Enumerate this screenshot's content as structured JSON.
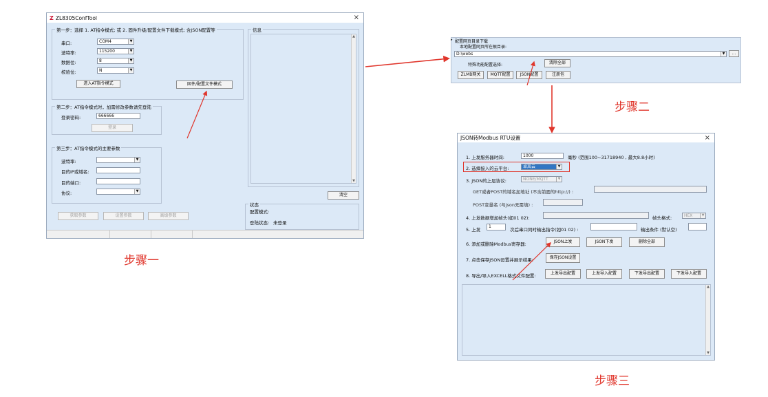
{
  "win1": {
    "title": "ZL8305ConfTool",
    "logo": "Z",
    "close": "×",
    "group1": {
      "legend": "第一步：选择 1. AT指令模式; 或 2. 固件升级/配置文件下载模式; 含JSON配置等",
      "port_label": "串口:",
      "port_value": "COM4",
      "baud_label": "波特率:",
      "baud_value": "115200",
      "databits_label": "数据位:",
      "databits_value": "8",
      "parity_label": "校验位:",
      "parity_value": "N",
      "at_mode_button": "进入AT指令模式",
      "firmware_button": "固件/配置文件模式"
    },
    "group2": {
      "legend": "第二步：AT指令模式时，加需修改参数请先登陆",
      "password_label": "登录密码:",
      "password_value": "666666",
      "login_button": "登录"
    },
    "group3": {
      "legend": "第三步：AT指令模式的主要参数",
      "baud_label": "波特率:",
      "dest_ip_label": "目的IP或域名:",
      "dest_port_label": "目的端口:",
      "protocol_label": "协议:"
    },
    "info_legend": "信息",
    "clear_button": "清空",
    "status": {
      "legend": "状态",
      "config_mode_label": "配置模式:",
      "login_status_label": "登陆状态:",
      "login_status_value": "未登录"
    },
    "get_params_button": "获取参数",
    "set_params_button": "设置参数",
    "advanced_params_button": "高级参数"
  },
  "win2": {
    "header": "配置网页目录下载",
    "dir_label": "本地配置网页所在根目录:",
    "dir_value": "D:\\webs",
    "browse_button": "...",
    "special_label": "特殊功能配置选择:",
    "clear_all_button": "清除全部",
    "zlmb_button": "ZLMB网关",
    "mqtt_button": "MQTT配置",
    "json_button": "JSON配置",
    "register_button": "注册包"
  },
  "win3": {
    "title": "JSON转Modbus RTU设置",
    "close": "×",
    "row1_label": "1. 上发服务器时间:",
    "row1_value": "1000",
    "row1_hint": "毫秒 (范围100~31718940 , 最大8.8小时)",
    "row2_label": "2. 选择接入的云平台:",
    "row2_value": "卓岚云",
    "row3_label": "3. JSON的上层协议:",
    "row3_value": "NONE/MQTT",
    "row3a_label": "GET或者POST的域名加地址 (不含前面的http://) :",
    "row3b_label": "POST变量名 (与json无需填) :",
    "row4_label": "4. 上发数据增加帧头(如01 02):",
    "row4_frame_label": "帧头格式:",
    "row4_frame_value": "HEX",
    "row5_label_a": "5. 上发",
    "row5_value": "1",
    "row5_label_b": "次后串口同时输出指令(如01 02) :",
    "row5_label_c": "输出条件 (默认空)",
    "row6_label": "6. 添加或删除Modbus寄存器:",
    "json_up_button": "JSON上发",
    "json_down_button": "JSON下发",
    "delete_all_button": "删除全部",
    "row7_label": "7. 点击保存JSON设置并展示结果:",
    "save_json_button": "保存JSON设置",
    "row8_label": "8. 导出/导入EXCELL格式文件配置:",
    "up_export_button": "上发导出配置",
    "up_import_button": "上发导入配置",
    "down_export_button": "下发导出配置",
    "down_import_button": "下发导入配置"
  },
  "steps": {
    "step1": "步骤一",
    "step2": "步骤二",
    "step3": "步骤三"
  },
  "colors": {
    "window_bg": "#dce9f7",
    "annotation_red": "#e0352b"
  }
}
